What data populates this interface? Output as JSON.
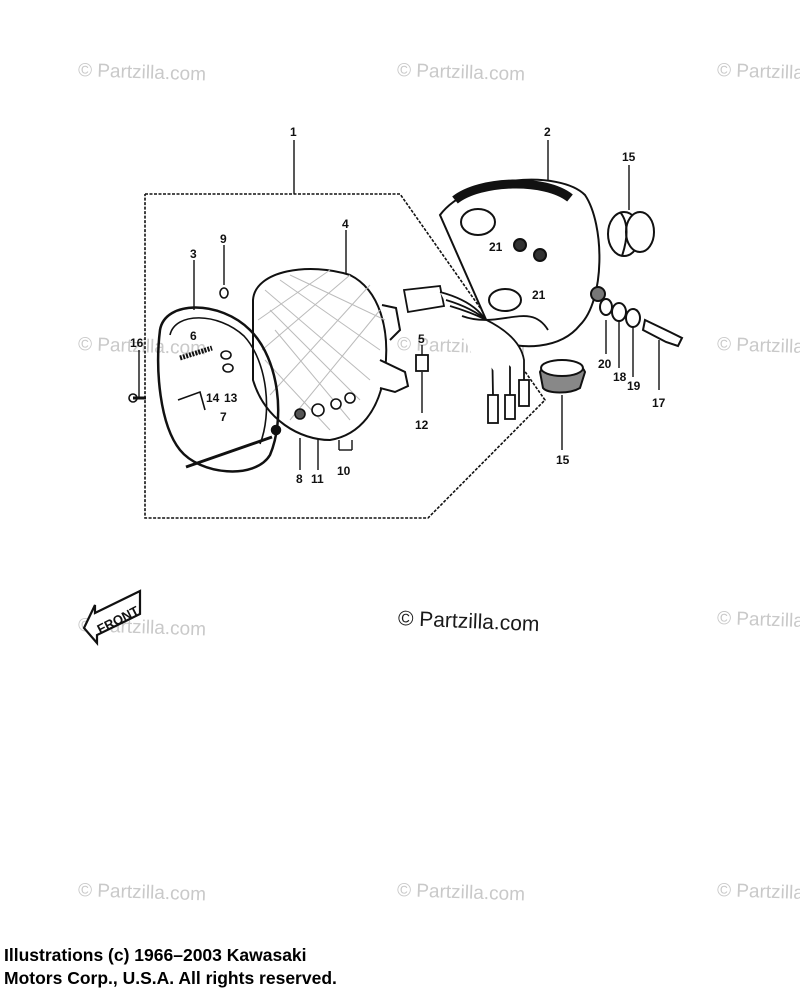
{
  "watermark_text": "© Partzilla.com",
  "watermark_center_text": "© Partzilla.com",
  "front_label": "FRONT",
  "copyright": {
    "line1": "Illustrations (c) 1966–2003 Kawasaki",
    "line2": "Motors Corp., U.S.A.  All rights reserved."
  },
  "parts": [
    {
      "id": "p1",
      "label": "1"
    },
    {
      "id": "p2",
      "label": "2"
    },
    {
      "id": "p3",
      "label": "3"
    },
    {
      "id": "p4",
      "label": "4"
    },
    {
      "id": "p5",
      "label": "5"
    },
    {
      "id": "p6",
      "label": "6"
    },
    {
      "id": "p7",
      "label": "7"
    },
    {
      "id": "p8",
      "label": "8"
    },
    {
      "id": "p9",
      "label": "9"
    },
    {
      "id": "p10",
      "label": "10"
    },
    {
      "id": "p11",
      "label": "11"
    },
    {
      "id": "p12",
      "label": "12"
    },
    {
      "id": "p13",
      "label": "13"
    },
    {
      "id": "p14",
      "label": "14"
    },
    {
      "id": "p15a",
      "label": "15"
    },
    {
      "id": "p15b",
      "label": "15"
    },
    {
      "id": "p16",
      "label": "16"
    },
    {
      "id": "p17",
      "label": "17"
    },
    {
      "id": "p18",
      "label": "18"
    },
    {
      "id": "p19",
      "label": "19"
    },
    {
      "id": "p20",
      "label": "20"
    },
    {
      "id": "p21a",
      "label": "21"
    },
    {
      "id": "p21b",
      "label": "21"
    }
  ]
}
